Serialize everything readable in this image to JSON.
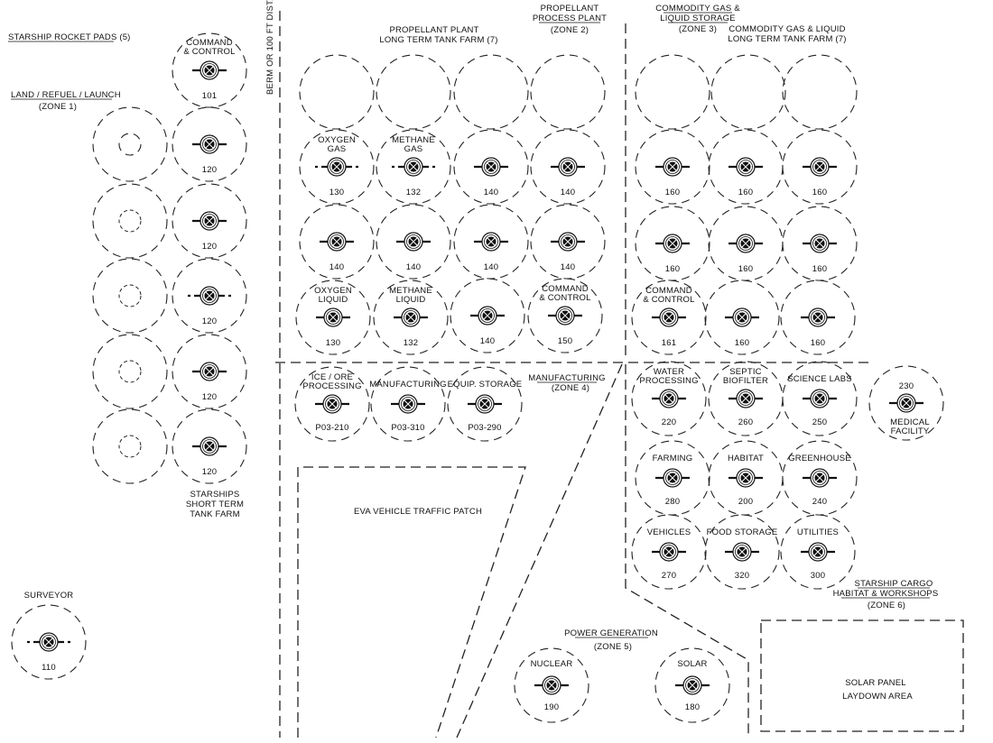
{
  "zones": {
    "rocket_pads": "STARSHIP ROCKET PADS (5)",
    "land_refuel": "LAND / REFUEL / LAUNCH",
    "zone1": "(ZONE 1)",
    "berm": "BERM OR 100 FT DIST.",
    "prop_plant_farm_1": "PROPELLANT PLANT",
    "prop_plant_farm_2": "LONG TERM TANK FARM (7)",
    "prop_process_1": "PROPELLANT",
    "prop_process_2": "PROCESS PLANT",
    "zone2": "(ZONE 2)",
    "commodity_storage_1": "COMMODITY GAS &",
    "commodity_storage_2": "LIQUID STORAGE",
    "zone3": "(ZONE 3)",
    "commodity_farm_1": "COMMODITY GAS & LIQUID",
    "commodity_farm_2": "LONG TERM TANK FARM (7)",
    "manufacturing": "MANUFACTURING",
    "zone4": "(ZONE 4)",
    "power_generation": "POWER GENERATION",
    "zone5": "(ZONE 5)",
    "cargo_1": "STARSHIP CARGO",
    "cargo_2": "HABITAT & WORKSHOPS",
    "zone6": "(ZONE 6)",
    "short_term_1": "STARSHIPS",
    "short_term_2": "SHORT TERM",
    "short_term_3": "TANK FARM",
    "eva_patch": "EVA VEHICLE TRAFFIC PATCH",
    "solar_laydown_1": "SOLAR PANEL",
    "solar_laydown_2": "LAYDOWN AREA"
  },
  "pads": [
    {
      "id": "pad-1"
    },
    {
      "id": "pad-2"
    },
    {
      "id": "pad-3"
    },
    {
      "id": "pad-4"
    },
    {
      "id": "pad-5"
    }
  ],
  "facilities": [
    {
      "id": "cc-101",
      "name": [
        "COMMAND",
        "& CONTROL"
      ],
      "number": "101"
    },
    {
      "id": "st-120-a",
      "name": [],
      "number": "120"
    },
    {
      "id": "st-120-b",
      "name": [],
      "number": "120"
    },
    {
      "id": "st-120-c",
      "name": [],
      "number": "120"
    },
    {
      "id": "st-120-d",
      "name": [],
      "number": "120"
    },
    {
      "id": "st-120-e",
      "name": [],
      "number": "120"
    },
    {
      "id": "pp-empty-1",
      "name": [],
      "number": ""
    },
    {
      "id": "pp-empty-2",
      "name": [],
      "number": ""
    },
    {
      "id": "pp-empty-3",
      "name": [],
      "number": ""
    },
    {
      "id": "pp-empty-4",
      "name": [],
      "number": ""
    },
    {
      "id": "pp-130-gas",
      "name": [
        "OXYGEN",
        "GAS"
      ],
      "number": "130"
    },
    {
      "id": "pp-132-gas",
      "name": [
        "METHANE",
        "GAS"
      ],
      "number": "132"
    },
    {
      "id": "pp-140-a",
      "name": [],
      "number": "140"
    },
    {
      "id": "pp-140-b",
      "name": [],
      "number": "140"
    },
    {
      "id": "pp-140-c",
      "name": [],
      "number": "140"
    },
    {
      "id": "pp-140-d",
      "name": [],
      "number": "140"
    },
    {
      "id": "pp-140-e",
      "name": [],
      "number": "140"
    },
    {
      "id": "pp-140-f",
      "name": [],
      "number": "140"
    },
    {
      "id": "pp-130-liq",
      "name": [
        "OXYGEN",
        "LIQUID"
      ],
      "number": "130"
    },
    {
      "id": "pp-132-liq",
      "name": [
        "METHANE",
        "LIQUID"
      ],
      "number": "132"
    },
    {
      "id": "pp-140-g",
      "name": [],
      "number": "140"
    },
    {
      "id": "pp-150",
      "name": [
        "COMMAND",
        "& CONTROL"
      ],
      "number": "150"
    },
    {
      "id": "cg-empty-1",
      "name": [],
      "number": ""
    },
    {
      "id": "cg-empty-2",
      "name": [],
      "number": ""
    },
    {
      "id": "cg-empty-3",
      "name": [],
      "number": ""
    },
    {
      "id": "cg-160-a",
      "name": [],
      "number": "160"
    },
    {
      "id": "cg-160-b",
      "name": [],
      "number": "160"
    },
    {
      "id": "cg-160-c",
      "name": [],
      "number": "160"
    },
    {
      "id": "cg-160-d",
      "name": [],
      "number": "160"
    },
    {
      "id": "cg-160-e",
      "name": [],
      "number": "160"
    },
    {
      "id": "cg-160-f",
      "name": [],
      "number": "160"
    },
    {
      "id": "cg-161",
      "name": [
        "COMMAND",
        "& CONTROL"
      ],
      "number": "161"
    },
    {
      "id": "cg-160-g",
      "name": [],
      "number": "160"
    },
    {
      "id": "cg-160-h",
      "name": [],
      "number": "160"
    },
    {
      "id": "mf-210",
      "name": [
        "ICE / ORE",
        "PROCESSING"
      ],
      "number": "P03-210"
    },
    {
      "id": "mf-310",
      "name": [
        "MANUFACTURING"
      ],
      "number": "P03-310"
    },
    {
      "id": "mf-290",
      "name": [
        "EQUIP. STORAGE"
      ],
      "number": "P03-290"
    },
    {
      "id": "hb-220",
      "name": [
        "WATER",
        "PROCESSING"
      ],
      "number": "220"
    },
    {
      "id": "hb-260",
      "name": [
        "SEPTIC",
        "BIOFILTER"
      ],
      "number": "260"
    },
    {
      "id": "hb-250",
      "name": [
        "SCIENCE LABS"
      ],
      "number": "250"
    },
    {
      "id": "hb-230",
      "name": [
        "MEDICAL",
        "FACILITY"
      ],
      "number": "230"
    },
    {
      "id": "hb-280",
      "name": [
        "FARMING"
      ],
      "number": "280"
    },
    {
      "id": "hb-200",
      "name": [
        "HABITAT"
      ],
      "number": "200"
    },
    {
      "id": "hb-240",
      "name": [
        "GREENHOUSE"
      ],
      "number": "240"
    },
    {
      "id": "hb-270",
      "name": [
        "VEHICLES"
      ],
      "number": "270"
    },
    {
      "id": "hb-320",
      "name": [
        "FOOD STORAGE"
      ],
      "number": "320"
    },
    {
      "id": "hb-300",
      "name": [
        "UTILITIES"
      ],
      "number": "300"
    },
    {
      "id": "pw-190",
      "name": [
        "NUCLEAR"
      ],
      "number": "190"
    },
    {
      "id": "pw-180",
      "name": [
        "SOLAR"
      ],
      "number": "180"
    },
    {
      "id": "sv-110",
      "name": [
        "SURVEYOR"
      ],
      "number": "110"
    }
  ]
}
